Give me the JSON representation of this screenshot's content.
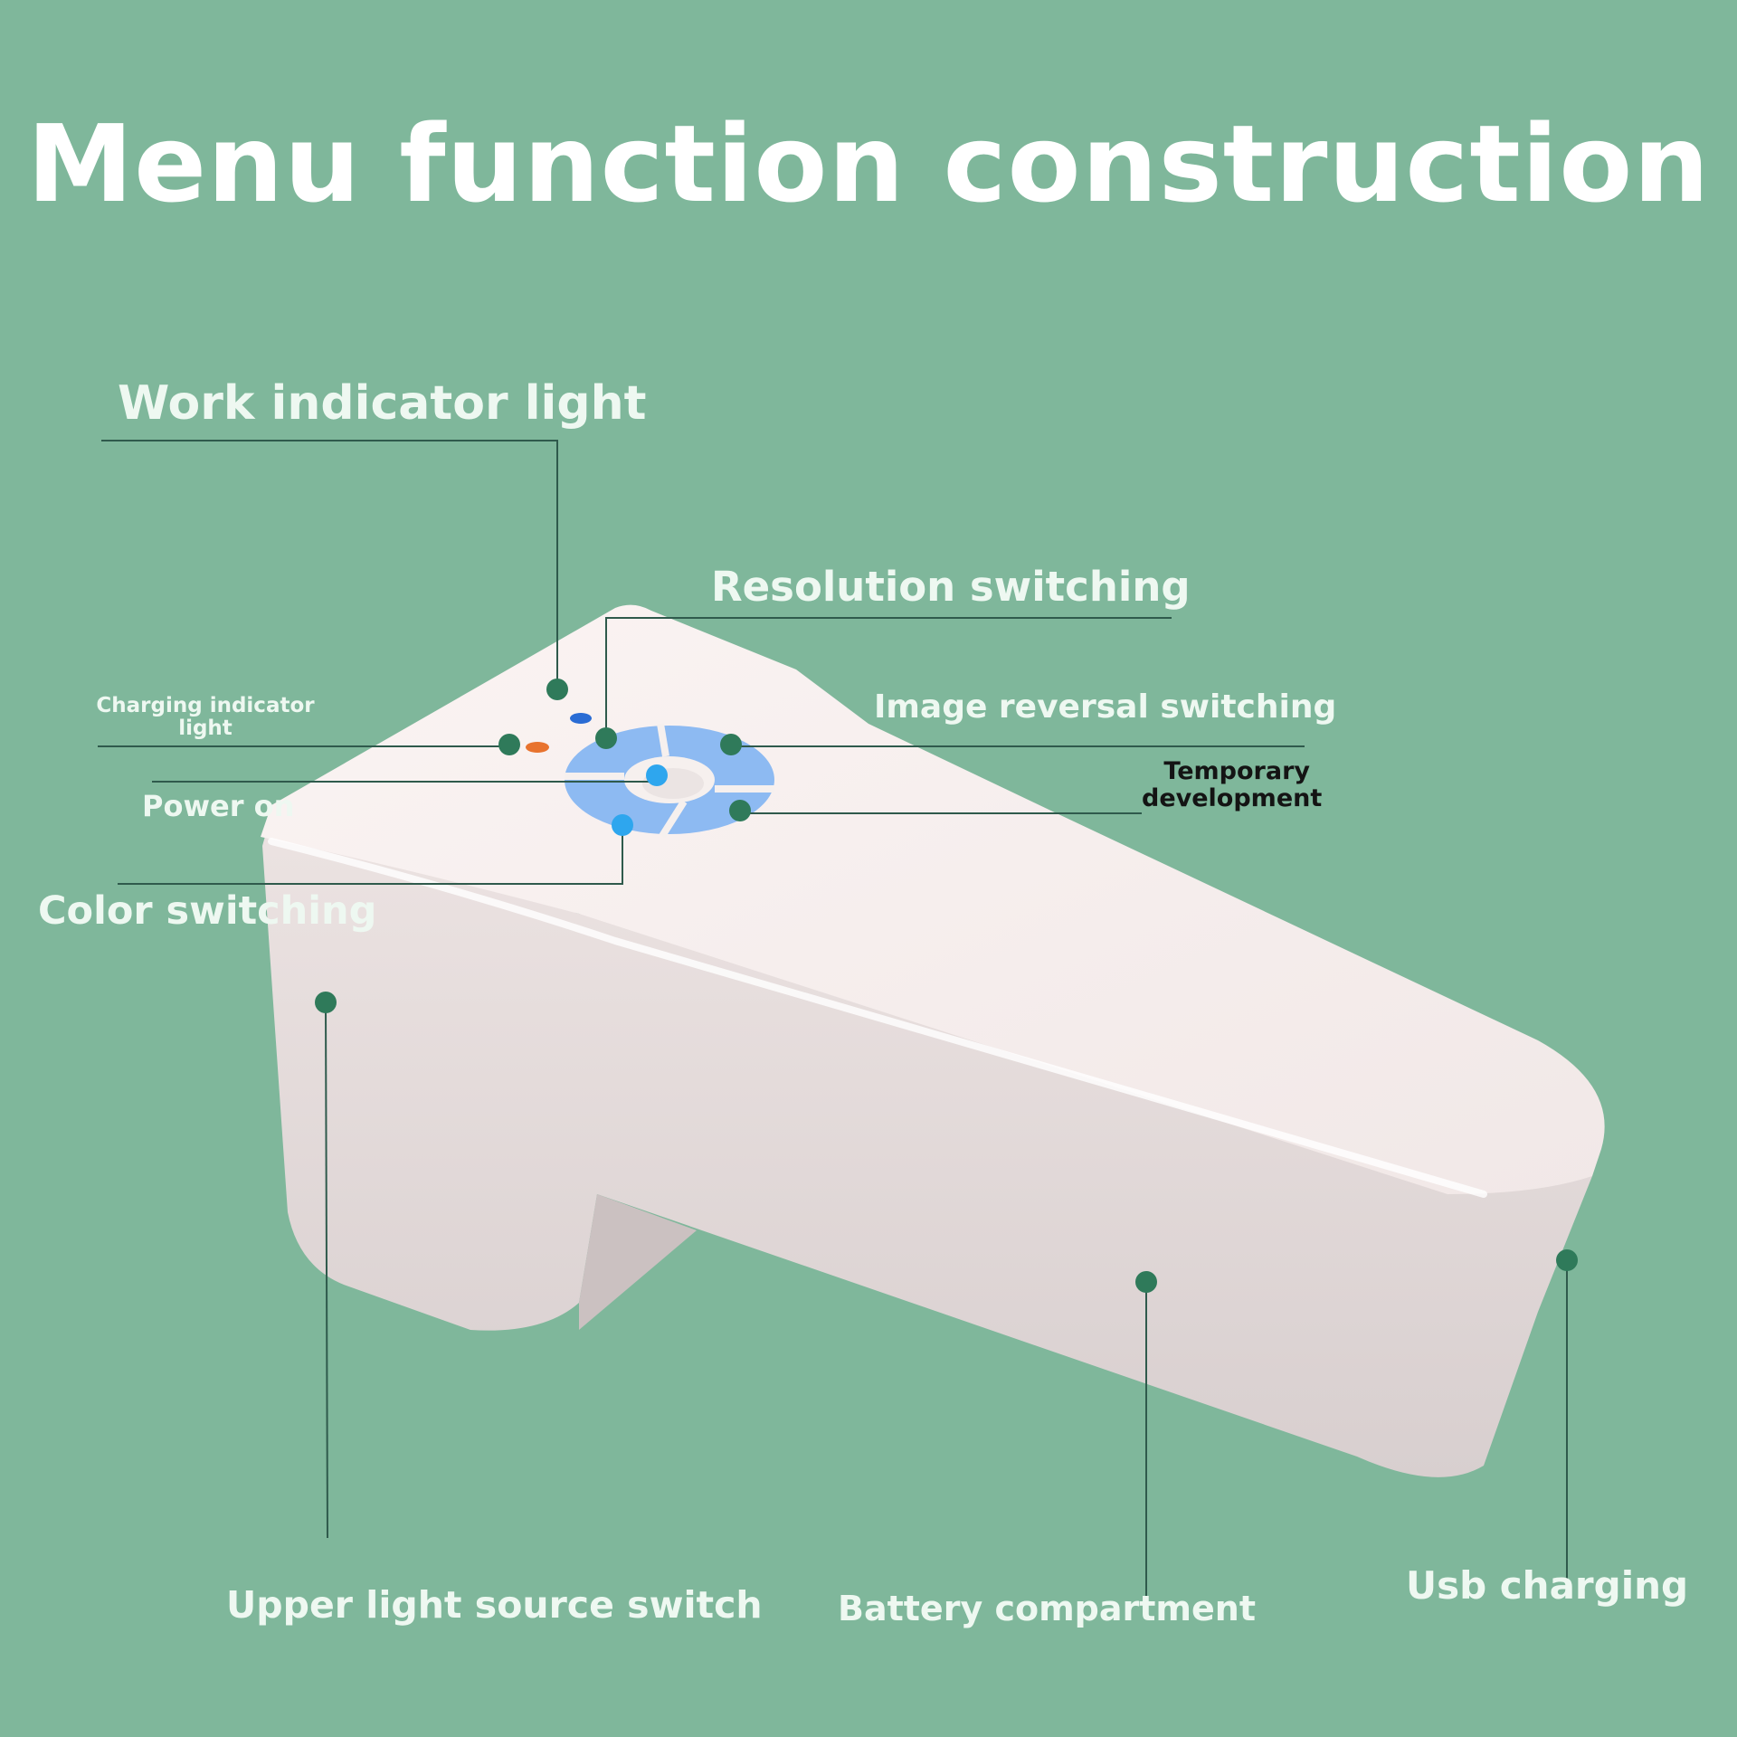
{
  "title": "Menu function construction",
  "labels": {
    "work_indicator": "Work indicator light",
    "resolution": "Resolution switching",
    "charging_indicator_line1": "Charging indicator",
    "charging_indicator_line2": "light",
    "image_reversal": "Image reversal switching",
    "temporary_line1": "Temporary",
    "temporary_line2": "development",
    "power_on": "Power on",
    "color_switching": "Color switching",
    "upper_light": "Upper light source switch",
    "battery": "Battery compartment",
    "usb": "Usb charging"
  },
  "colors": {
    "background": "#7fb79b",
    "device_body": "#f7eeec",
    "leader_line": "#2f5a4c",
    "marker_dot": "#2f7a5a",
    "control_ring": "#8dbaf2",
    "control_center_dot": "#2ea6ee",
    "indicator_blue": "#2a6cd4",
    "indicator_orange": "#e8732e"
  }
}
